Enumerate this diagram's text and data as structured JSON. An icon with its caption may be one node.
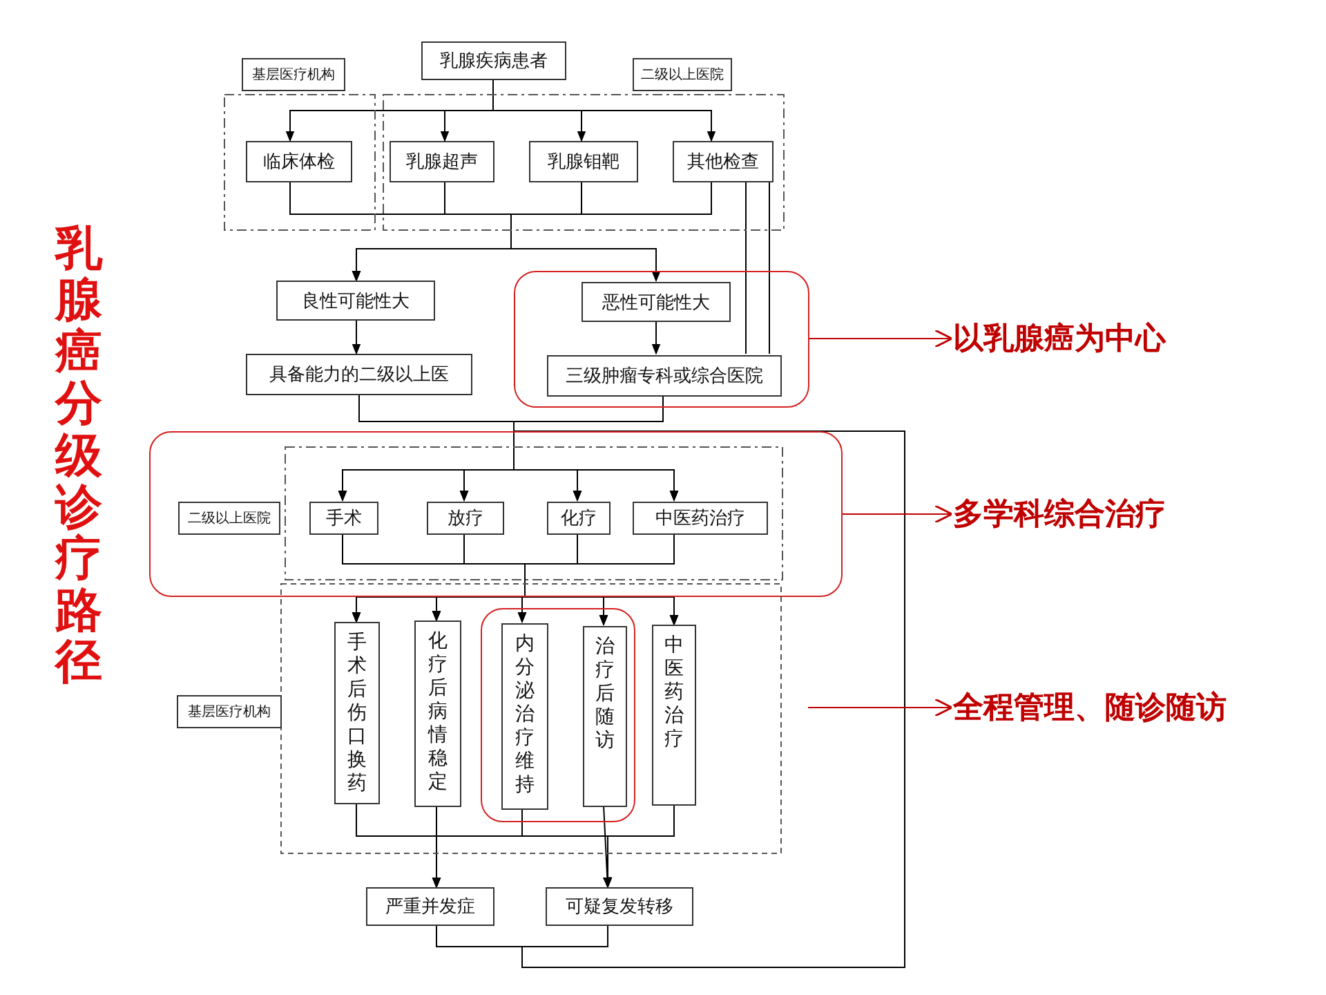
{
  "diagram": {
    "title": "乳腺癌分级诊疗路径",
    "nodes": [
      {
        "text": [
          "乳腺疾病患者"
        ]
      },
      {
        "text": [
          "基层医疗机构"
        ]
      },
      {
        "text": [
          "二级以上医院"
        ]
      },
      {
        "text": [],
        "shape": "box"
      },
      {
        "text": [],
        "shape": "box"
      },
      {
        "text": [
          "临床体检"
        ],
        "in": 3
      },
      {
        "text": [
          "乳腺超声"
        ],
        "in": 4
      },
      {
        "text": [
          "乳腺钼靶"
        ],
        "in": 4
      },
      {
        "text": [
          "其他检查"
        ],
        "in": 4
      },
      {
        "text": [
          "良性可能性大"
        ]
      },
      {
        "text": [],
        "shape": "box"
      },
      {
        "text": [
          "恶性可能性大"
        ],
        "in": 10
      },
      {
        "text": [
          "三级肿瘤专科或综合医院"
        ],
        "in": 10
      },
      {
        "text": [
          "具备能力的二级以上医"
        ]
      },
      {
        "text": [
          "以乳腺癌为中心"
        ]
      },
      {
        "text": [],
        "shape": "box"
      },
      {
        "text": [
          "二级以上医院"
        ],
        "in": 15
      },
      {
        "text": [],
        "shape": "box",
        "in": 15
      },
      {
        "text": [
          "手术"
        ],
        "in": 17
      },
      {
        "text": [
          "放疗"
        ],
        "in": 17
      },
      {
        "text": [
          "化疗"
        ],
        "in": 17
      },
      {
        "text": [
          "中医药治疗"
        ],
        "in": 17
      },
      {
        "text": [
          "多学科综合治疗"
        ]
      },
      {
        "text": [],
        "shape": "box"
      },
      {
        "text": [
          "基层医疗机构"
        ]
      },
      {
        "text": [
          "手术后伤口换药"
        ],
        "in": 23
      },
      {
        "text": [
          "化疗后病情稳定"
        ],
        "in": 23
      },
      {
        "text": [],
        "shape": "box",
        "in": 23
      },
      {
        "text": [
          "内分泌治疗维持"
        ],
        "in": 27
      },
      {
        "text": [
          "治疗后随访"
        ],
        "in": 27
      },
      {
        "text": [
          "中医药治疗"
        ],
        "in": 23
      },
      {
        "text": [
          "全程管理、随诊随访"
        ]
      },
      {
        "text": [
          "严重并发症"
        ]
      },
      {
        "text": [
          "可疑复发转移"
        ]
      }
    ],
    "edges": [
      {
        "from": 0,
        "to": 5,
        "arrow": "to"
      },
      {
        "from": 0,
        "to": 6,
        "arrow": "to"
      },
      {
        "from": 0,
        "to": 7,
        "arrow": "to"
      },
      {
        "from": 0,
        "to": 8,
        "arrow": "to"
      },
      {
        "from": 5,
        "to": 9,
        "arrow": "to"
      },
      {
        "from": 5,
        "to": 11,
        "arrow": "to"
      },
      {
        "from": 6,
        "to": 9,
        "arrow": "to"
      },
      {
        "from": 6,
        "to": 11,
        "arrow": "to"
      },
      {
        "from": 7,
        "to": 9,
        "arrow": "to"
      },
      {
        "from": 7,
        "to": 11,
        "arrow": "to"
      },
      {
        "from": 8,
        "to": 9,
        "arrow": "to"
      },
      {
        "from": 8,
        "to": 11,
        "arrow": "to"
      },
      {
        "from": 8,
        "to": 12,
        "arrow": "none"
      },
      {
        "from": 8,
        "to": 12,
        "arrow": "none"
      },
      {
        "from": 9,
        "to": 13,
        "arrow": "to"
      },
      {
        "from": 11,
        "to": 12,
        "arrow": "to"
      },
      {
        "from": 13,
        "to": 18,
        "arrow": "to"
      },
      {
        "from": 13,
        "to": 19,
        "arrow": "to"
      },
      {
        "from": 13,
        "to": 20,
        "arrow": "to"
      },
      {
        "from": 13,
        "to": 21,
        "arrow": "to"
      },
      {
        "from": 12,
        "to": 18,
        "arrow": "to"
      },
      {
        "from": 12,
        "to": 19,
        "arrow": "to"
      },
      {
        "from": 12,
        "to": 20,
        "arrow": "to"
      },
      {
        "from": 12,
        "to": 21,
        "arrow": "to"
      },
      {
        "from": 32,
        "to": 18,
        "arrow": "to"
      },
      {
        "from": 32,
        "to": 19,
        "arrow": "to"
      },
      {
        "from": 32,
        "to": 20,
        "arrow": "to"
      },
      {
        "from": 32,
        "to": 21,
        "arrow": "to"
      },
      {
        "from": 33,
        "to": 18,
        "arrow": "to"
      },
      {
        "from": 33,
        "to": 19,
        "arrow": "to"
      },
      {
        "from": 33,
        "to": 20,
        "arrow": "to"
      },
      {
        "from": 33,
        "to": 21,
        "arrow": "to"
      },
      {
        "from": 18,
        "to": 25,
        "arrow": "to"
      },
      {
        "from": 18,
        "to": 26,
        "arrow": "to"
      },
      {
        "from": 18,
        "to": 28,
        "arrow": "to"
      },
      {
        "from": 18,
        "to": 29,
        "arrow": "to"
      },
      {
        "from": 18,
        "to": 30,
        "arrow": "to"
      },
      {
        "from": 19,
        "to": 25,
        "arrow": "to"
      },
      {
        "from": 19,
        "to": 26,
        "arrow": "to"
      },
      {
        "from": 19,
        "to": 28,
        "arrow": "to"
      },
      {
        "from": 19,
        "to": 29,
        "arrow": "to"
      },
      {
        "from": 19,
        "to": 30,
        "arrow": "to"
      },
      {
        "from": 20,
        "to": 25,
        "arrow": "to"
      },
      {
        "from": 20,
        "to": 26,
        "arrow": "to"
      },
      {
        "from": 20,
        "to": 28,
        "arrow": "to"
      },
      {
        "from": 20,
        "to": 29,
        "arrow": "to"
      },
      {
        "from": 20,
        "to": 30,
        "arrow": "to"
      },
      {
        "from": 21,
        "to": 25,
        "arrow": "to"
      },
      {
        "from": 21,
        "to": 26,
        "arrow": "to"
      },
      {
        "from": 21,
        "to": 28,
        "arrow": "to"
      },
      {
        "from": 21,
        "to": 29,
        "arrow": "to"
      },
      {
        "from": 21,
        "to": 30,
        "arrow": "to"
      },
      {
        "from": 26,
        "to": 32,
        "arrow": "to"
      },
      {
        "from": 29,
        "to": 33,
        "arrow": "to"
      },
      {
        "from": 25,
        "to": 32,
        "arrow": "to"
      },
      {
        "from": 25,
        "to": 33,
        "arrow": "to"
      },
      {
        "from": 28,
        "to": 32,
        "arrow": "to"
      },
      {
        "from": 28,
        "to": 33,
        "arrow": "to"
      },
      {
        "from": 30,
        "to": 32,
        "arrow": "to"
      },
      {
        "from": 30,
        "to": 33,
        "arrow": "to"
      },
      {
        "from": 10,
        "to": 14,
        "arrow": "to",
        "color": "#c00000"
      },
      {
        "from": 15,
        "to": 22,
        "arrow": "to",
        "color": "#c00000"
      },
      {
        "from": null,
        "to": 31,
        "arrow": "to",
        "color": "#c00000"
      }
    ]
  }
}
